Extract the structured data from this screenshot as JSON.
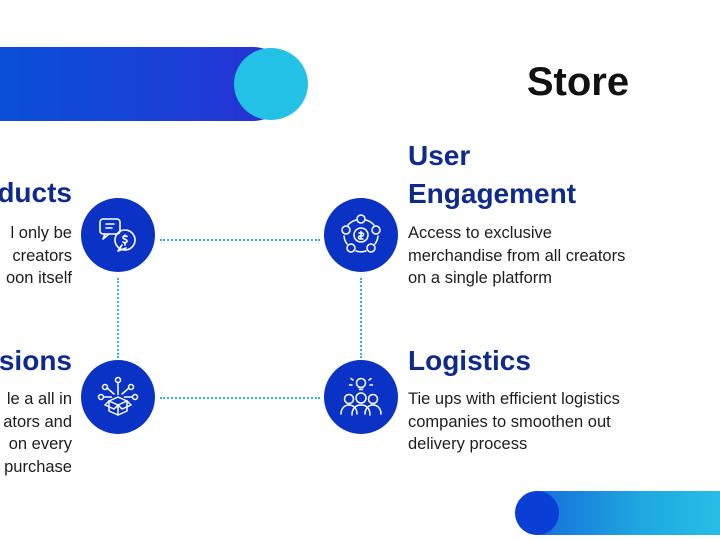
{
  "slide": {
    "title": "Store",
    "items": [
      {
        "id": "products",
        "heading": "ducts",
        "body": "l only be\n creators\noon itself",
        "icon": "chat-coin-icon"
      },
      {
        "id": "user-engagement",
        "heading_line1": "User",
        "heading_line2": "Engagement",
        "body": "Access to exclusive\nmerchandise from all creators\non a single platform",
        "icon": "coins-cycle-icon"
      },
      {
        "id": "commissions",
        "heading": "sions",
        "body": "le a all in\nators and\non every\npurchase",
        "icon": "box-network-icon"
      },
      {
        "id": "logistics",
        "heading": "Logistics",
        "body": "Tie ups with efficient logistics\ncompanies to smoothen out\ndelivery process",
        "icon": "team-idea-icon"
      }
    ]
  },
  "colors": {
    "heading": "#0d2a8c",
    "icon_bg": "#0a33c6",
    "accent_cyan": "#22c1e5",
    "dots": "#2fb6e6"
  }
}
